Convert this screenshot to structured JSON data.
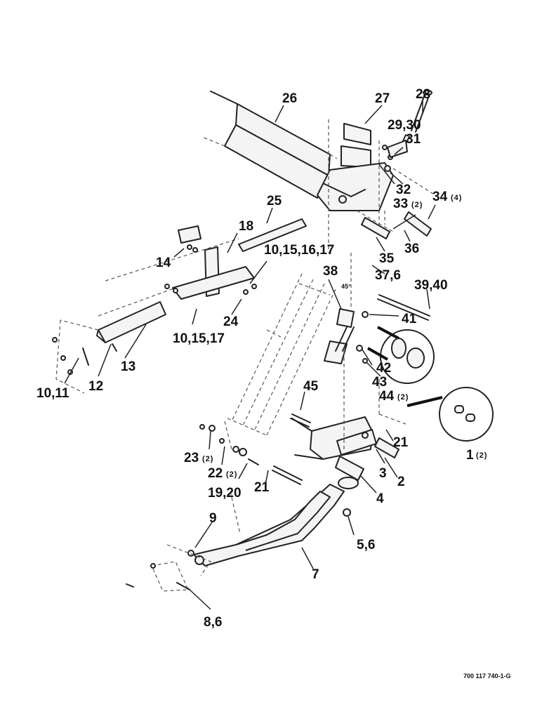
{
  "document_number": "700 117 740-1-G",
  "callouts": [
    {
      "id": "c28",
      "text": "28",
      "qty": ""
    },
    {
      "id": "c26",
      "text": "26",
      "qty": ""
    },
    {
      "id": "c27",
      "text": "27",
      "qty": ""
    },
    {
      "id": "c2930",
      "text": "29,30",
      "qty": ""
    },
    {
      "id": "c31",
      "text": "31",
      "qty": ""
    },
    {
      "id": "c32",
      "text": "32",
      "qty": ""
    },
    {
      "id": "c33",
      "text": "33",
      "qty": "(2)"
    },
    {
      "id": "c34",
      "text": "34",
      "qty": "(4)"
    },
    {
      "id": "c25",
      "text": "25",
      "qty": ""
    },
    {
      "id": "c18",
      "text": "18",
      "qty": ""
    },
    {
      "id": "c14",
      "text": "14",
      "qty": ""
    },
    {
      "id": "c35",
      "text": "35",
      "qty": ""
    },
    {
      "id": "c36",
      "text": "36",
      "qty": ""
    },
    {
      "id": "c10151617",
      "text": "10,15,16,17",
      "qty": ""
    },
    {
      "id": "c38",
      "text": "38",
      "qty": ""
    },
    {
      "id": "c376",
      "text": "37,6",
      "qty": ""
    },
    {
      "id": "c3940",
      "text": "39,40",
      "qty": ""
    },
    {
      "id": "c24",
      "text": "24",
      "qty": ""
    },
    {
      "id": "c41",
      "text": "41",
      "qty": ""
    },
    {
      "id": "c101517",
      "text": "10,15,17",
      "qty": ""
    },
    {
      "id": "c13",
      "text": "13",
      "qty": ""
    },
    {
      "id": "c12",
      "text": "12",
      "qty": ""
    },
    {
      "id": "c1011",
      "text": "10,11",
      "qty": ""
    },
    {
      "id": "c42",
      "text": "42",
      "qty": ""
    },
    {
      "id": "c43",
      "text": "43",
      "qty": ""
    },
    {
      "id": "c44",
      "text": "44",
      "qty": "(2)"
    },
    {
      "id": "c45",
      "text": "45",
      "qty": ""
    },
    {
      "id": "c1",
      "text": "1",
      "qty": "(2)"
    },
    {
      "id": "c21a",
      "text": "21",
      "qty": ""
    },
    {
      "id": "c23",
      "text": "23",
      "qty": "(2)"
    },
    {
      "id": "c22",
      "text": "22",
      "qty": "(2)"
    },
    {
      "id": "c3",
      "text": "3",
      "qty": ""
    },
    {
      "id": "c2",
      "text": "2",
      "qty": ""
    },
    {
      "id": "c1920",
      "text": "19,20",
      "qty": ""
    },
    {
      "id": "c21b",
      "text": "21",
      "qty": ""
    },
    {
      "id": "c4",
      "text": "4",
      "qty": ""
    },
    {
      "id": "c9",
      "text": "9",
      "qty": ""
    },
    {
      "id": "c56",
      "text": "5,6",
      "qty": ""
    },
    {
      "id": "c7",
      "text": "7",
      "qty": ""
    },
    {
      "id": "c86",
      "text": "8,6",
      "qty": ""
    }
  ],
  "angle_note": "45°"
}
